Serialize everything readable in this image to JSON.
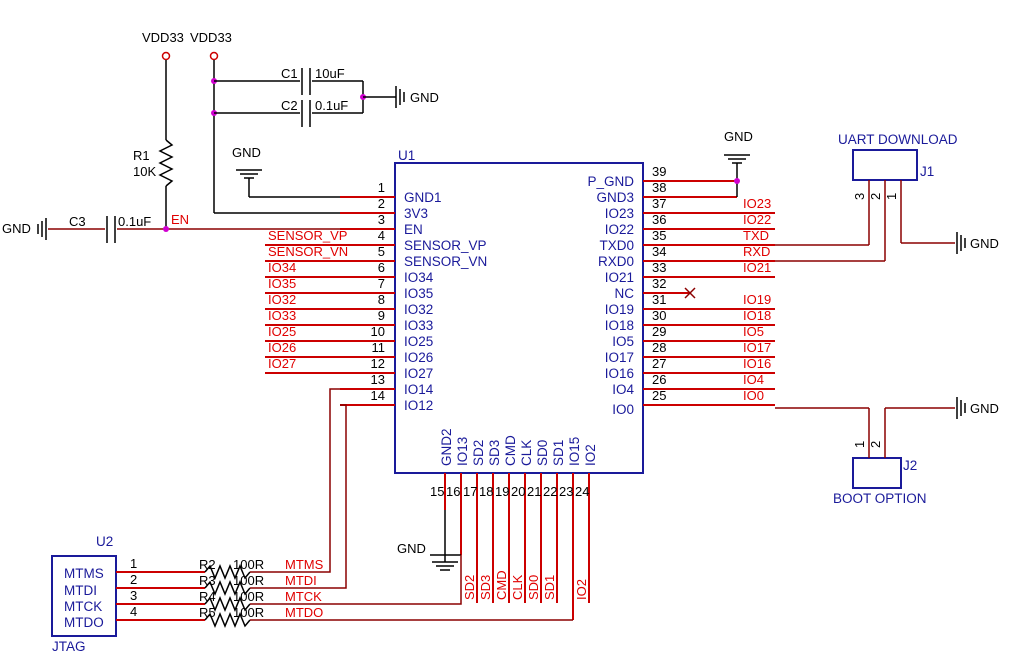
{
  "u1": {
    "ref": "U1",
    "left_pins": [
      {
        "num": "1",
        "name": "GND1"
      },
      {
        "num": "2",
        "name": "3V3"
      },
      {
        "num": "3",
        "name": "EN"
      },
      {
        "num": "4",
        "name": "SENSOR_VP"
      },
      {
        "num": "5",
        "name": "SENSOR_VN"
      },
      {
        "num": "6",
        "name": "IO34"
      },
      {
        "num": "7",
        "name": "IO35"
      },
      {
        "num": "8",
        "name": "IO32"
      },
      {
        "num": "9",
        "name": "IO33"
      },
      {
        "num": "10",
        "name": "IO25"
      },
      {
        "num": "11",
        "name": "IO26"
      },
      {
        "num": "12",
        "name": "IO27"
      },
      {
        "num": "13",
        "name": "IO14"
      },
      {
        "num": "14",
        "name": "IO12"
      }
    ],
    "right_pins": [
      {
        "num": "39",
        "name": "P_GND"
      },
      {
        "num": "38",
        "name": "GND3"
      },
      {
        "num": "37",
        "name": "IO23"
      },
      {
        "num": "36",
        "name": "IO22"
      },
      {
        "num": "35",
        "name": "TXD0"
      },
      {
        "num": "34",
        "name": "RXD0"
      },
      {
        "num": "33",
        "name": "IO21"
      },
      {
        "num": "32",
        "name": "NC"
      },
      {
        "num": "31",
        "name": "IO19"
      },
      {
        "num": "30",
        "name": "IO18"
      },
      {
        "num": "29",
        "name": "IO5"
      },
      {
        "num": "28",
        "name": "IO17"
      },
      {
        "num": "27",
        "name": "IO16"
      },
      {
        "num": "26",
        "name": "IO4"
      },
      {
        "num": "25",
        "name": "IO0"
      }
    ],
    "bottom_pins": [
      {
        "num": "15",
        "name": "GND2"
      },
      {
        "num": "16",
        "name": "IO13"
      },
      {
        "num": "17",
        "name": "SD2"
      },
      {
        "num": "18",
        "name": "SD3"
      },
      {
        "num": "19",
        "name": "CMD"
      },
      {
        "num": "20",
        "name": "CLK"
      },
      {
        "num": "21",
        "name": "SD0"
      },
      {
        "num": "22",
        "name": "SD1"
      },
      {
        "num": "23",
        "name": "IO15"
      },
      {
        "num": "24",
        "name": "IO2"
      }
    ]
  },
  "left_nets": [
    "SENSOR_VP",
    "SENSOR_VN",
    "IO34",
    "IO35",
    "IO32",
    "IO33",
    "IO25",
    "IO26",
    "IO27"
  ],
  "right_nets": [
    "IO23",
    "IO22",
    "TXD",
    "RXD",
    "IO21",
    "IO19",
    "IO18",
    "IO5",
    "IO17",
    "IO16",
    "IO4",
    "IO0"
  ],
  "bottom_nets": [
    "SD2",
    "SD3",
    "CMD",
    "CLK",
    "SD0",
    "SD1",
    "IO2"
  ],
  "power": {
    "vdd_a": "VDD33",
    "vdd_b": "VDD33",
    "gnd": "GND"
  },
  "passives": {
    "r1_ref": "R1",
    "r1_val": "10K",
    "c1_ref": "C1",
    "c1_val": "10uF",
    "c2_ref": "C2",
    "c2_val": "0.1uF",
    "c3_ref": "C3",
    "c3_val": "0.1uF",
    "en_net": "EN"
  },
  "j1": {
    "ref": "J1",
    "title": "UART DOWNLOAD",
    "pins": [
      "3",
      "2",
      "1"
    ]
  },
  "j2": {
    "ref": "J2",
    "title": "BOOT OPTION",
    "pins": [
      "1",
      "2"
    ]
  },
  "u2": {
    "ref": "U2",
    "title": "JTAG",
    "pins": [
      {
        "num": "1",
        "name": "MTMS",
        "res": "R2",
        "val": "100R",
        "net": "MTMS"
      },
      {
        "num": "2",
        "name": "MTDI",
        "res": "R3",
        "val": "100R",
        "net": "MTDI"
      },
      {
        "num": "3",
        "name": "MTCK",
        "res": "R4",
        "val": "100R",
        "net": "MTCK"
      },
      {
        "num": "4",
        "name": "MTDO",
        "res": "R5",
        "val": "100R",
        "net": "MTDO"
      }
    ]
  }
}
